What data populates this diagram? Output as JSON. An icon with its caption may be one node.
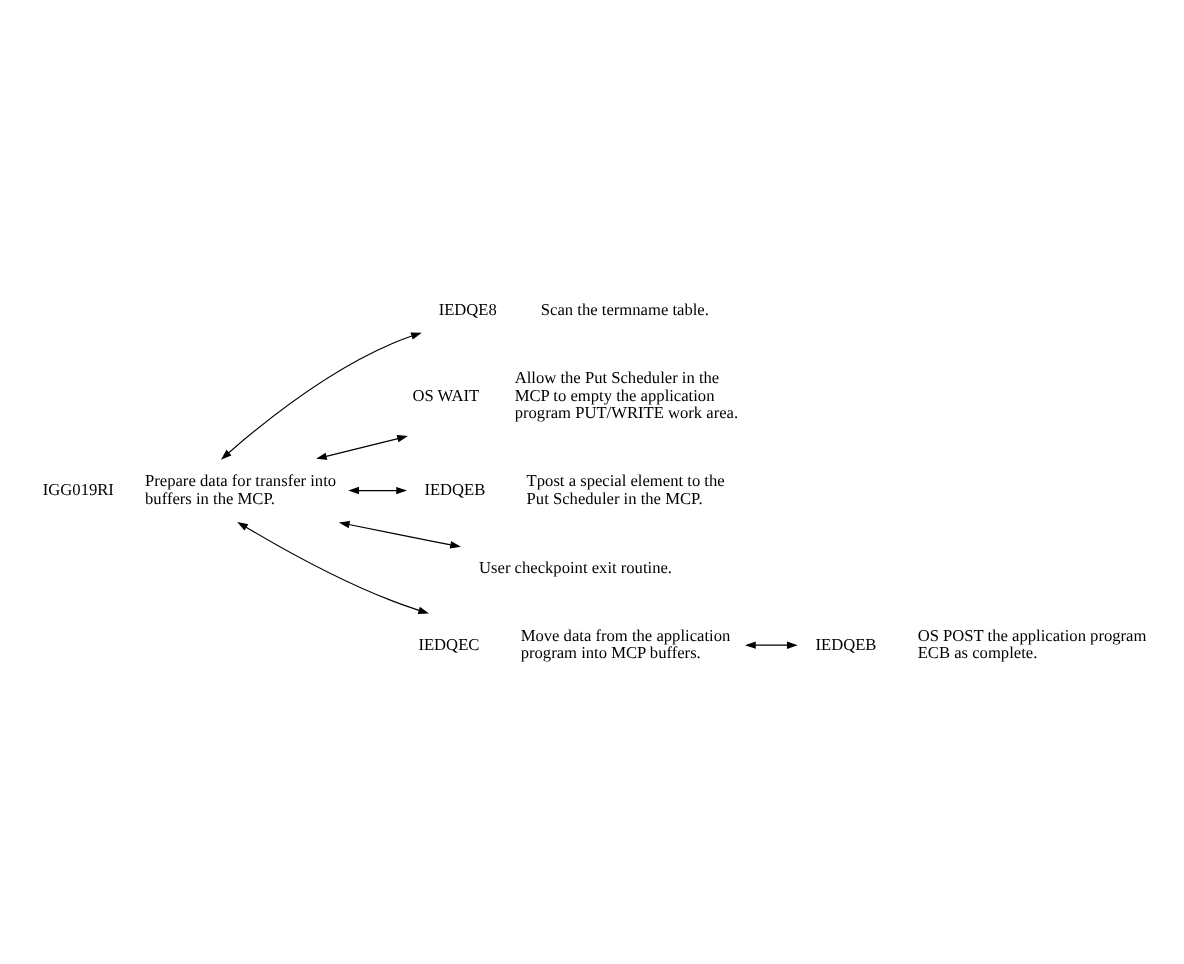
{
  "diagram": {
    "nodes": [
      {
        "text": [
          "IGG019RI"
        ],
        "beside": [
          "Prepare data for transfer into buffers in the MCP."
        ]
      },
      {
        "text": [
          "IEDQE8"
        ],
        "beside": [
          "Scan the termname table."
        ]
      },
      {
        "text": [
          "OS WAIT"
        ],
        "beside": [
          "Allow the Put Scheduler in the MCP to empty the application program PUT/WRITE work area."
        ]
      },
      {
        "text": [
          "IEDQEB"
        ],
        "beside": [
          "Tpost a special element to the Put Scheduler in the MCP."
        ]
      },
      {
        "text": [
          "User checkpoint exit routine."
        ]
      },
      {
        "text": [
          "IEDQEC"
        ],
        "beside": [
          "Move data from the application program into MCP buffers."
        ]
      },
      {
        "text": [
          "IEDQEB"
        ],
        "beside": [
          "OS POST the application program ECB as complete."
        ]
      }
    ],
    "edges": [
      {
        "from": 0,
        "to": 1,
        "arrow": "both"
      },
      {
        "from": 0,
        "to": 2,
        "arrow": "both"
      },
      {
        "from": 0,
        "to": 3,
        "arrow": "both"
      },
      {
        "from": 0,
        "to": 4,
        "arrow": "both"
      },
      {
        "from": 0,
        "to": 5,
        "arrow": "both"
      },
      {
        "from": 5,
        "to": 6,
        "arrow": "both"
      }
    ]
  }
}
